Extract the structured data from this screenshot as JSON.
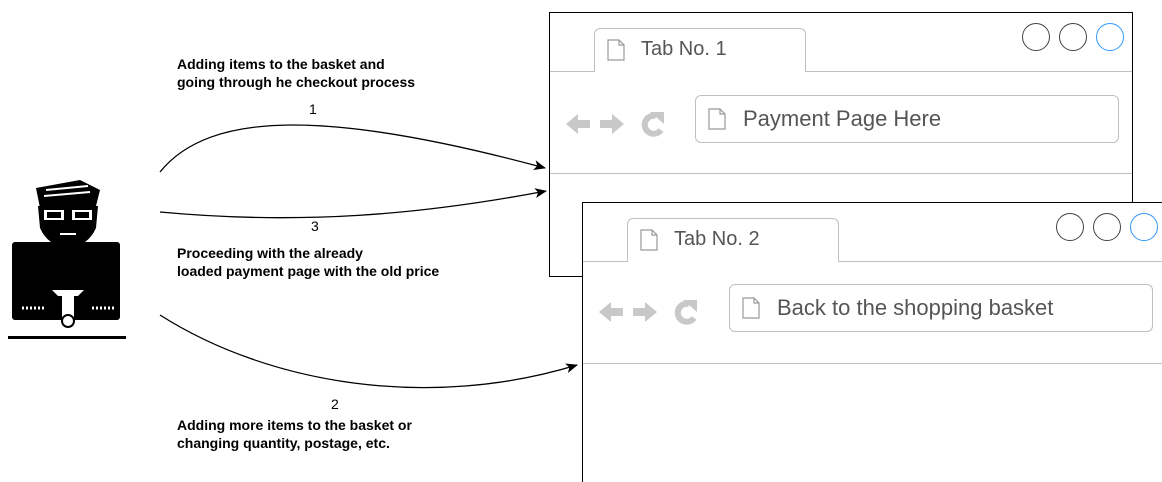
{
  "steps": {
    "step1": {
      "number": "1",
      "line1": "Adding items to the basket and",
      "line2": "going through he checkout process"
    },
    "step2": {
      "number": "2",
      "line1": "Adding more items to the basket or",
      "line2": "changing quantity, postage, etc."
    },
    "step3": {
      "number": "3",
      "line1": "Proceeding with the already",
      "line2": "loaded payment page with the old price"
    }
  },
  "browser1": {
    "tab_label": "Tab No. 1",
    "address": "Payment Page Here"
  },
  "browser2": {
    "tab_label": "Tab No. 2",
    "address": "Back to the shopping basket"
  },
  "icons": [
    "user-at-computer-icon",
    "document-icon",
    "back-arrow-icon",
    "forward-arrow-icon",
    "reload-icon"
  ],
  "colors": {
    "window_control_accent": "#3399ff",
    "toolbar_icons": "#c8c8c8",
    "window_border": "#000000",
    "separator": "#c0c0c0"
  }
}
